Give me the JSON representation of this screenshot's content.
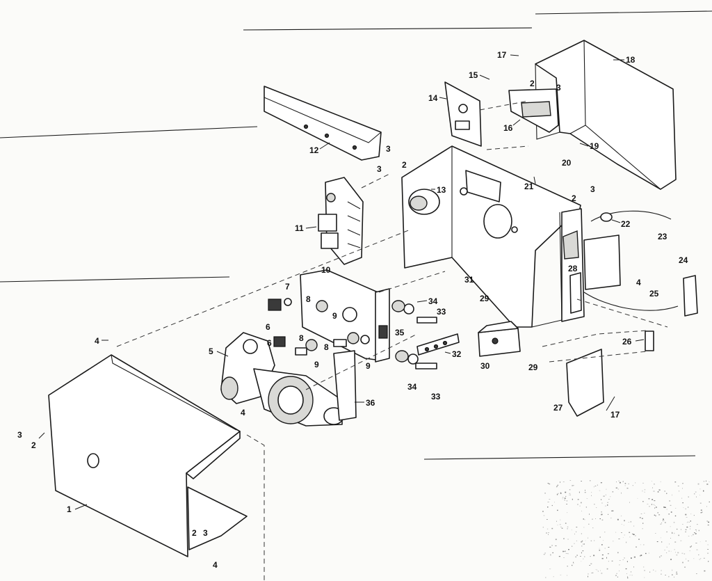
{
  "diagram": {
    "type": "exploded-parts-diagram",
    "callouts": [
      {
        "id": "c1",
        "label": "1"
      },
      {
        "id": "c2a",
        "label": "2"
      },
      {
        "id": "c2b",
        "label": "2"
      },
      {
        "id": "c2c",
        "label": "2"
      },
      {
        "id": "c2d",
        "label": "2"
      },
      {
        "id": "c2e",
        "label": "2"
      },
      {
        "id": "c3a",
        "label": "3"
      },
      {
        "id": "c3b",
        "label": "3"
      },
      {
        "id": "c3c",
        "label": "3"
      },
      {
        "id": "c3d",
        "label": "3"
      },
      {
        "id": "c3e",
        "label": "3"
      },
      {
        "id": "c3f",
        "label": "3"
      },
      {
        "id": "c4a",
        "label": "4"
      },
      {
        "id": "c4b",
        "label": "4"
      },
      {
        "id": "c4c",
        "label": "4"
      },
      {
        "id": "c4d",
        "label": "4"
      },
      {
        "id": "c5",
        "label": "5"
      },
      {
        "id": "c6a",
        "label": "6"
      },
      {
        "id": "c6b",
        "label": "6"
      },
      {
        "id": "c7",
        "label": "7"
      },
      {
        "id": "c8a",
        "label": "8"
      },
      {
        "id": "c8b",
        "label": "8"
      },
      {
        "id": "c8c",
        "label": "8"
      },
      {
        "id": "c9a",
        "label": "9"
      },
      {
        "id": "c9b",
        "label": "9"
      },
      {
        "id": "c9c",
        "label": "9"
      },
      {
        "id": "c10",
        "label": "10"
      },
      {
        "id": "c11",
        "label": "11"
      },
      {
        "id": "c12",
        "label": "12"
      },
      {
        "id": "c13",
        "label": "13"
      },
      {
        "id": "c14",
        "label": "14"
      },
      {
        "id": "c15",
        "label": "15"
      },
      {
        "id": "c16",
        "label": "16"
      },
      {
        "id": "c17a",
        "label": "17"
      },
      {
        "id": "c17b",
        "label": "17"
      },
      {
        "id": "c18",
        "label": "18"
      },
      {
        "id": "c19",
        "label": "19"
      },
      {
        "id": "c20",
        "label": "20"
      },
      {
        "id": "c21",
        "label": "21"
      },
      {
        "id": "c22",
        "label": "22"
      },
      {
        "id": "c23",
        "label": "23"
      },
      {
        "id": "c24",
        "label": "24"
      },
      {
        "id": "c25",
        "label": "25"
      },
      {
        "id": "c26",
        "label": "26"
      },
      {
        "id": "c27",
        "label": "27"
      },
      {
        "id": "c28",
        "label": "28"
      },
      {
        "id": "c29a",
        "label": "29"
      },
      {
        "id": "c29b",
        "label": "29"
      },
      {
        "id": "c30",
        "label": "30"
      },
      {
        "id": "c31",
        "label": "31"
      },
      {
        "id": "c32",
        "label": "32"
      },
      {
        "id": "c33a",
        "label": "33"
      },
      {
        "id": "c33b",
        "label": "33"
      },
      {
        "id": "c34a",
        "label": "34"
      },
      {
        "id": "c34b",
        "label": "34"
      },
      {
        "id": "c35",
        "label": "35"
      },
      {
        "id": "c36",
        "label": "36"
      }
    ]
  }
}
